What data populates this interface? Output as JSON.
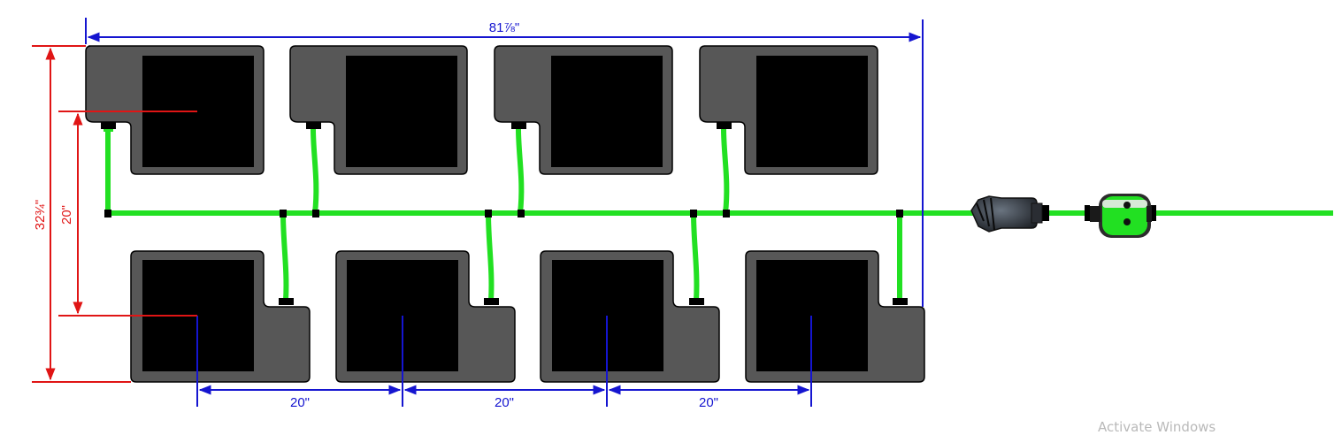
{
  "dimensions": {
    "total_width": "81⅞\"",
    "total_height": "32¾\"",
    "row_spacing": "20\"",
    "pot_spacing": [
      "20\"",
      "20\"",
      "20\""
    ]
  },
  "colors": {
    "tube": "#22e022",
    "pot_body": "#575757",
    "pot_inner": "#000000",
    "blue_dimension": "#1515d0",
    "red_dimension": "#e01515"
  },
  "layout": {
    "top_row_pots": 4,
    "bottom_row_pots": 4
  },
  "components": {
    "filter_icon": "filter-icon",
    "timer_icon": "water-timer-icon"
  },
  "watermark": "Activate Windows"
}
